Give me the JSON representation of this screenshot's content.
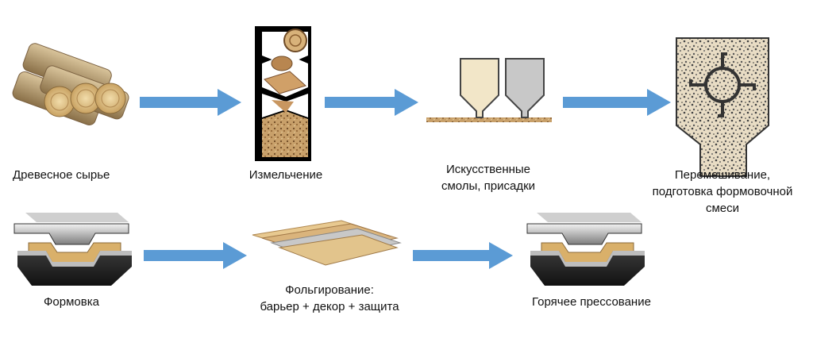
{
  "steps": {
    "raw": {
      "label": "Древесное сырье"
    },
    "chip": {
      "label": "Измельчение"
    },
    "resin": {
      "line1": "Искусственные",
      "line2": "смолы, присадки"
    },
    "mix": {
      "line1": "Перемешивание,",
      "line2": "подготовка формовочной",
      "line3": "смеси"
    },
    "mold": {
      "label": "Формовка"
    },
    "foil": {
      "line1": "Фольгирование:",
      "line2": "барьер + декор + защита"
    },
    "press": {
      "label": "Горячее прессование"
    }
  },
  "colors": {
    "arrow": "#5b9bd5",
    "wood_light": "#e8c990",
    "wood_dark": "#a0673a",
    "metal_dark": "#2b2b2b",
    "metal_light": "#b8b8b8",
    "resin_cream": "#f2e6c8",
    "resin_grey": "#c8c8c8"
  }
}
